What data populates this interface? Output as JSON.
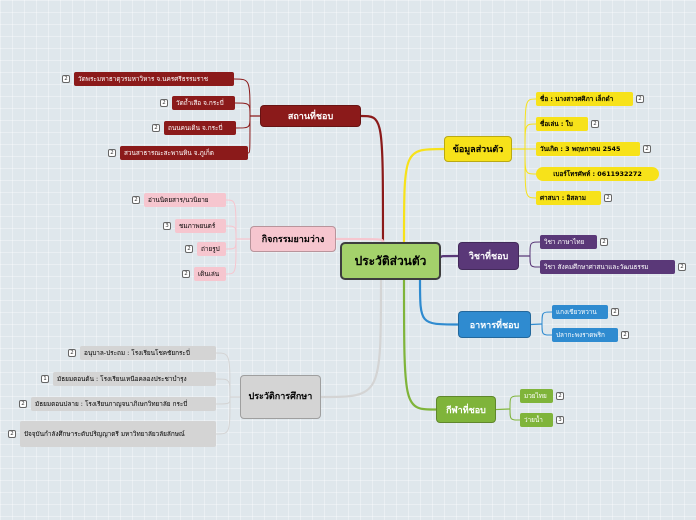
{
  "center": "ประวัติส่วนตัว",
  "colors": {
    "red": "#8b1a1a",
    "pink": "#f6c6cf",
    "gray": "#d4d4d4",
    "yellow": "#f7e21a",
    "purple": "#5a3878",
    "blue": "#2f8bd0",
    "green": "#7fb43a"
  },
  "branches": {
    "places": {
      "label": "สถานที่ชอบ",
      "items": [
        {
          "label": "วัดพระมหาธาตุวรมหาวิหาร จ.นครศรีธรรมราช",
          "count": "2"
        },
        {
          "label": "วัดถ้ำเสือ จ.กระบี่",
          "count": "2"
        },
        {
          "label": "ถนนคนเดิน จ.กระบี่",
          "count": "2"
        },
        {
          "label": "สวนสาธารณะสะพานหิน จ.ภูเก็ต",
          "count": "2"
        }
      ]
    },
    "hobbies": {
      "label": "กิจกรรมยามว่าง",
      "items": [
        {
          "label": "อ่านนิตยสาร/นวนิยาย",
          "count": "2"
        },
        {
          "label": "ชมภาพยนตร์",
          "count": "3"
        },
        {
          "label": "ถ่ายรูป",
          "count": "2"
        },
        {
          "label": "เดินเล่น",
          "count": "2"
        }
      ]
    },
    "education": {
      "label": "ประวัติการศึกษา",
      "items": [
        {
          "label": "อนุบาล-ประถม : โรงเรียนโชคชัยกระบี่",
          "count": "2"
        },
        {
          "label": "มัธยมตอนต้น : โรงเรียนเหนือคลองประชาบำรุง",
          "count": "1"
        },
        {
          "label": "มัธยมตอนปลาย : โรงเรียนกาญจนาภิเษกวิทยาลัย กระบี่",
          "count": "2"
        },
        {
          "label": "ปัจจุบันกำลังศึกษาระดับปริญญาตรี มหาวิทยาลัยวลัยลักษณ์",
          "count": "2"
        }
      ]
    },
    "personal": {
      "label": "ข้อมูลส่วนตัว",
      "items": [
        {
          "label": "ชื่อ : นางสาวศศิภา เล็กดำ",
          "count": "2"
        },
        {
          "label": "ชื่อเล่น : ใบ",
          "count": "2"
        },
        {
          "label": "วันเกิด : 3 พฤษภาคม 2545",
          "count": "2"
        },
        {
          "label": "เบอร์โทรศัพท์ : 0611932272",
          "count": ""
        },
        {
          "label": "ศาสนา : อิสลาม",
          "count": "2"
        }
      ]
    },
    "subjects": {
      "label": "วิชาที่ชอบ",
      "items": [
        {
          "label": "วิชา ภาษาไทย",
          "count": "2"
        },
        {
          "label": "วิชา สังคมศึกษาศาสนาและวัฒนธรรม",
          "count": "2"
        }
      ]
    },
    "food": {
      "label": "อาหารที่ชอบ",
      "items": [
        {
          "label": "แกงเขียวหวาน",
          "count": "2"
        },
        {
          "label": "ปลากะพงราดพริก",
          "count": "2"
        }
      ]
    },
    "sports": {
      "label": "กีฬาที่ชอบ",
      "items": [
        {
          "label": "มวยไทย",
          "count": "2"
        },
        {
          "label": "ว่ายน้ำ",
          "count": "3"
        }
      ]
    }
  }
}
